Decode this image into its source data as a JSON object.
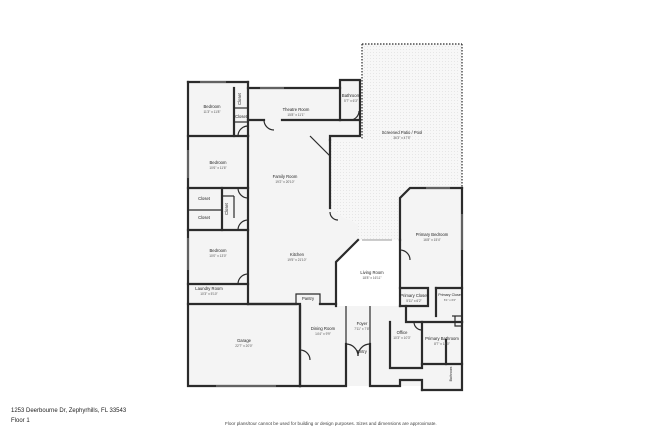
{
  "address": "1253 Deerbourne Dr, Zephyrhills, FL 33543",
  "floor_label": "Floor 1",
  "disclaimer": "Floor plans/tour cannot be used for building or design purposes. Sizes and dimensions are approximate.",
  "rooms": {
    "bedroom_nw": {
      "name": "Bedroom",
      "dims": "11'3\" x 11'8\""
    },
    "closet_nw": {
      "name": "Closet"
    },
    "closet_nw2": {
      "name": "Closet"
    },
    "theatre": {
      "name": "Theatre Room",
      "dims": "15'8\" x 11'1\""
    },
    "bathroom_n": {
      "name": "Bathroom",
      "dims": "5'7\" x 6'3\""
    },
    "patio": {
      "name": "Screened Patio / Pool",
      "dims": "36'3\" x 47'5\""
    },
    "bedroom_w": {
      "name": "Bedroom",
      "dims": "10'6\" x 11'6\""
    },
    "family": {
      "name": "Family Room",
      "dims": "19'2\" x 20'10\""
    },
    "closet_w1": {
      "name": "Closet"
    },
    "closet_w2": {
      "name": "Closet"
    },
    "closet_w3": {
      "name": "Closet"
    },
    "bedroom_sw": {
      "name": "Bedroom",
      "dims": "10'0\" x 13'0\""
    },
    "kitchen": {
      "name": "Kitchen",
      "dims": "19'5\" x 21'10\""
    },
    "primary_bed": {
      "name": "Primary Bedroom",
      "dims": "16'8\" x 15'4\""
    },
    "living": {
      "name": "Living Room",
      "dims": "18'8\" x 16'11\""
    },
    "laundry": {
      "name": "Laundry Room",
      "dims": "10'3\" x 5'10\""
    },
    "pantry": {
      "name": "Pantry"
    },
    "primary_cl1": {
      "name": "Primary Closet",
      "dims": "5'11\" x 6'2\""
    },
    "primary_cl2": {
      "name": "Primary Closet",
      "dims": "6'1\" x 6'2\""
    },
    "garage": {
      "name": "Garage",
      "dims": "22'7\" x 20'0\""
    },
    "dining": {
      "name": "Dining Room",
      "dims": "14'4\" x 9'9\""
    },
    "foyer": {
      "name": "Foyer",
      "dims": "7'11\" x 7'8\""
    },
    "office": {
      "name": "Office",
      "dims": "10'3\" x 10'3\""
    },
    "primary_bath": {
      "name": "Primary Bathroom",
      "dims": "8'7\" x 14'0\""
    },
    "entry": {
      "name": "Entry"
    },
    "bathroom_se": {
      "name": "Bathroom"
    }
  }
}
